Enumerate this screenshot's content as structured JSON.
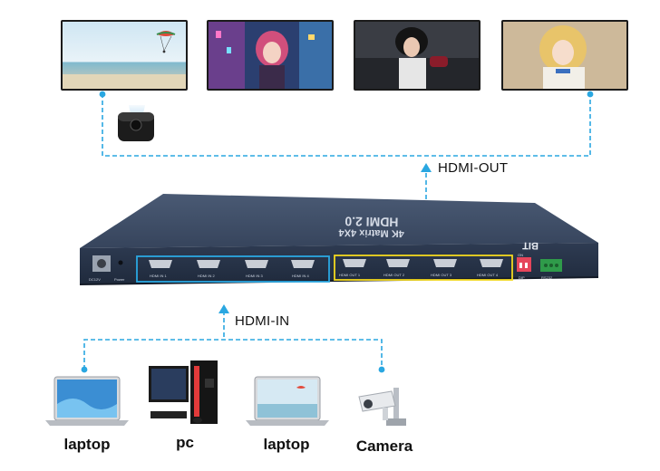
{
  "flow": {
    "out_label": "HDMI-OUT",
    "in_label": "HDMI-IN"
  },
  "device": {
    "title_line1": "HDMI 2.0",
    "title_line2": "4K Matrix 4X4",
    "brand": "BIT",
    "power_label": "DC12V",
    "power_button_label": "Power",
    "inputs": [
      "HDMI IN 1",
      "HDMI IN 2",
      "HDMI IN 3",
      "HDMI IN 4"
    ],
    "outputs": [
      "HDMI OUT 1",
      "HDMI OUT 2",
      "HDMI OUT 3",
      "HDMI OUT 4"
    ],
    "dip_label": "DIP",
    "rs232_label": "RS232",
    "dip_on": "ON"
  },
  "sources": [
    {
      "label": "laptop",
      "icon": "laptop-icon"
    },
    {
      "label": "pc",
      "icon": "desktop-pc-icon"
    },
    {
      "label": "laptop",
      "icon": "laptop-icon"
    },
    {
      "label": "Camera",
      "icon": "cctv-camera-icon"
    }
  ],
  "colors": {
    "flow_line": "#2aa7e1",
    "input_box": "#2aa7e1",
    "output_box": "#f2d81e",
    "device_top": "#3b4a62",
    "device_front": "#27344a"
  }
}
